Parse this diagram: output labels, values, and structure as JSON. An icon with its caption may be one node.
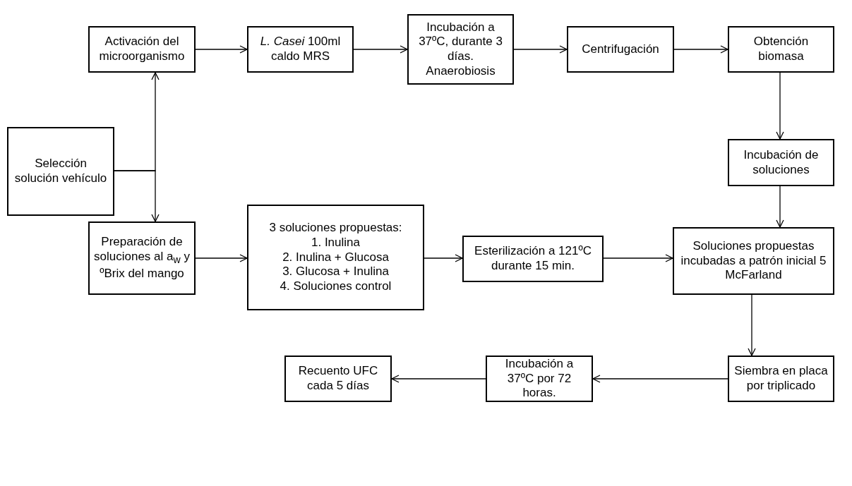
{
  "diagram": {
    "nodes": [
      {
        "text": [
          "Activación del microorganismo"
        ]
      },
      {
        "text": [
          "*L. Casei* 100ml caldo MRS"
        ]
      },
      {
        "text": [
          "Incubación a 37ºC, durante 3 días. Anaerobiosis"
        ]
      },
      {
        "text": [
          "Centrifugación"
        ]
      },
      {
        "text": [
          "Obtención biomasa"
        ]
      },
      {
        "text": [
          "Selección solución vehículo"
        ]
      },
      {
        "text": [
          "Incubación de soluciones"
        ]
      },
      {
        "text": [
          "Preparación de soluciones al a$_{w}$ y ºBrix del mango"
        ]
      },
      {
        "text": [
          "3 soluciones propuestas:",
          "1. Inulina",
          "2. Inulina + Glucosa",
          "3. Glucosa + Inulina",
          "4. Soluciones control"
        ]
      },
      {
        "text": [
          "Esterilización a 121ºC durante 15 min."
        ]
      },
      {
        "text": [
          "Soluciones propuestas incubadas a patrón inicial 5 McFarland"
        ]
      },
      {
        "text": [
          "Siembra en placa por triplicado"
        ]
      },
      {
        "text": [
          "Incubación a 37ºC por 72 horas."
        ]
      },
      {
        "text": [
          "Recuento UFC cada 5 días"
        ]
      }
    ],
    "edges": [
      {
        "from": 0,
        "to": 1,
        "arrow": "to"
      },
      {
        "from": 1,
        "to": 2,
        "arrow": "to"
      },
      {
        "from": 2,
        "to": 3,
        "arrow": "to"
      },
      {
        "from": 3,
        "to": 4,
        "arrow": "to"
      },
      {
        "from": 4,
        "to": 6,
        "arrow": "to"
      },
      {
        "from": 6,
        "to": 10,
        "arrow": "to"
      },
      {
        "from": 5,
        "to": 0,
        "arrow": "to"
      },
      {
        "from": 5,
        "to": 7,
        "arrow": "to"
      },
      {
        "from": 7,
        "to": 8,
        "arrow": "to"
      },
      {
        "from": 8,
        "to": 9,
        "arrow": "to"
      },
      {
        "from": 9,
        "to": 10,
        "arrow": "to"
      },
      {
        "from": 10,
        "to": 11,
        "arrow": "to"
      },
      {
        "from": 11,
        "to": 12,
        "arrow": "to"
      },
      {
        "from": 12,
        "to": 13,
        "arrow": "to"
      }
    ]
  }
}
